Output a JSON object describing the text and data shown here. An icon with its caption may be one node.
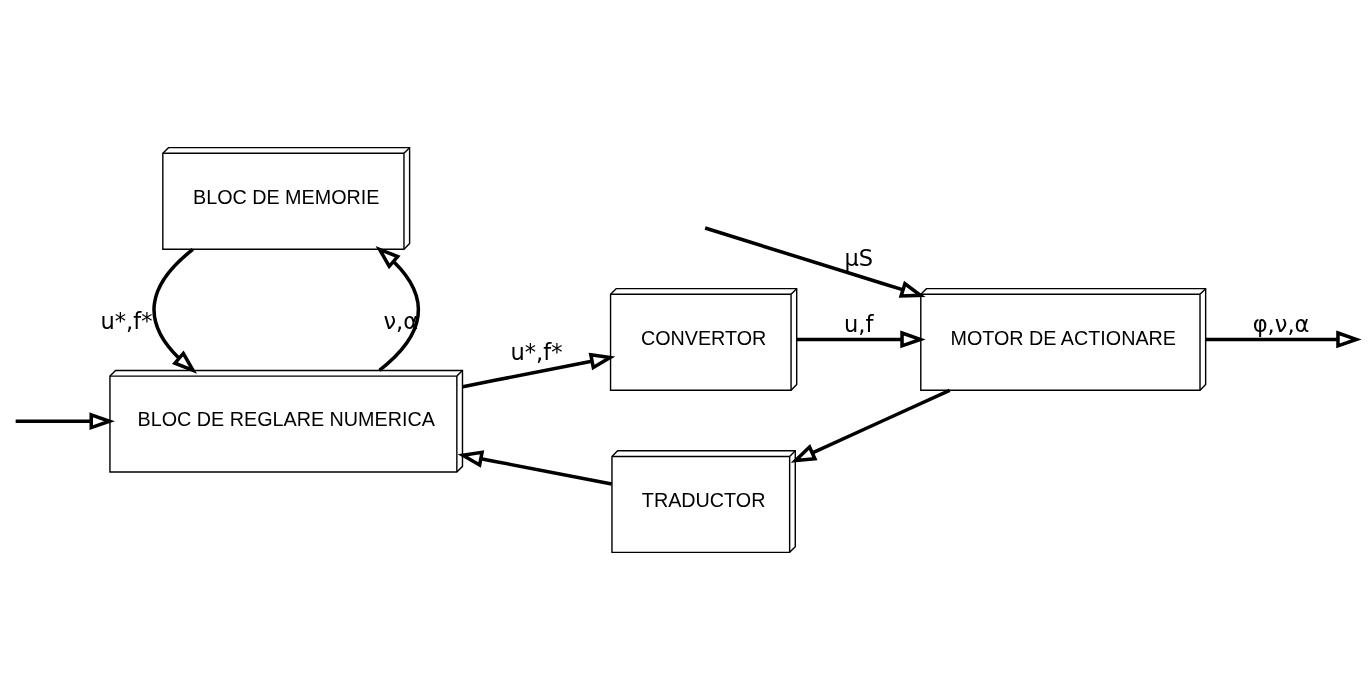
{
  "diagram": {
    "nodes": [
      {
        "text": [
          "BLOC DE MEMORIE"
        ]
      },
      {
        "text": [
          "BLOC DE REGLARE NUMERICA"
        ]
      },
      {
        "text": [
          "CONVERTOR"
        ]
      },
      {
        "text": [
          "MOTOR DE ACTIONARE"
        ]
      },
      {
        "text": [
          "TRADUCTOR"
        ]
      }
    ],
    "edges": [
      {
        "from": null,
        "to": 1,
        "arrow": "to"
      },
      {
        "from": 1,
        "to": 0,
        "arrow": "to",
        "label": "ν,α"
      },
      {
        "from": 0,
        "to": 1,
        "arrow": "to",
        "label": "u*,f*"
      },
      {
        "from": 1,
        "to": 2,
        "arrow": "to",
        "label": "u*,f*"
      },
      {
        "from": 2,
        "to": 3,
        "arrow": "to",
        "label": "u,f"
      },
      {
        "from": null,
        "to": 3,
        "arrow": "to",
        "label": "μS"
      },
      {
        "from": 3,
        "to": null,
        "arrow": "to",
        "label": "φ,ν,α"
      },
      {
        "from": 3,
        "to": 4,
        "arrow": "to"
      },
      {
        "from": 4,
        "to": 1,
        "arrow": "to"
      }
    ]
  }
}
